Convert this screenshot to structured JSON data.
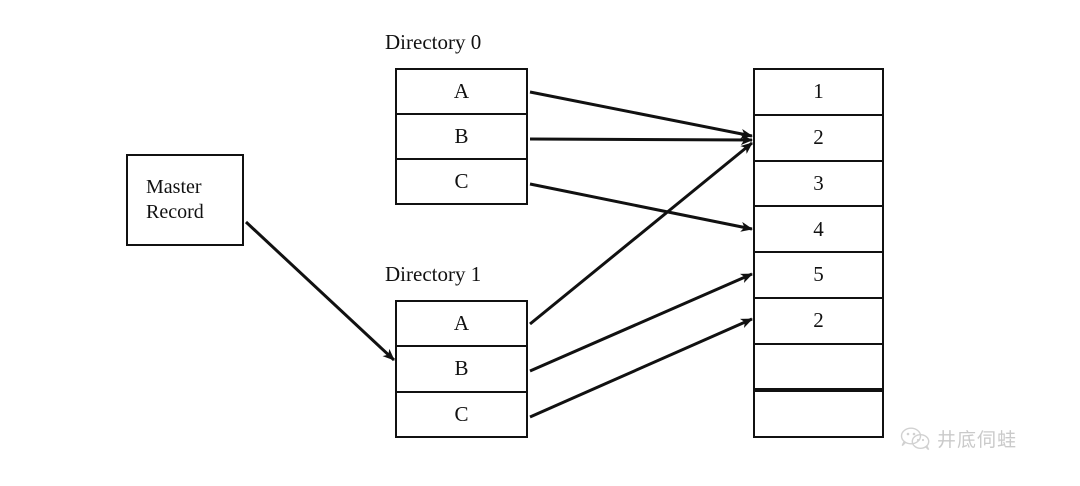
{
  "diagram": {
    "title": "two-level directory file system diagram",
    "stroke_color": "#111111",
    "background": "#ffffff"
  },
  "master_record": {
    "name": "master-record-box",
    "line1": "Master",
    "line2": "Record"
  },
  "directories": [
    {
      "caption": "Directory 0",
      "entries": [
        "A",
        "B",
        "C"
      ]
    },
    {
      "caption": "Directory 1",
      "entries": [
        "A",
        "B",
        "C"
      ]
    }
  ],
  "blocks": {
    "name": "disk-block-column",
    "cells": [
      "1",
      "2",
      "3",
      "4",
      "5",
      "2",
      "",
      ""
    ]
  },
  "links": [
    {
      "from": "Directory 0 / A",
      "to": "block 2"
    },
    {
      "from": "Directory 0 / B",
      "to": "block 2"
    },
    {
      "from": "Directory 0 / C",
      "to": "block 4"
    },
    {
      "from": "Directory 1 / A",
      "to": "block 2"
    },
    {
      "from": "Directory 1 / B",
      "to": "block 5"
    },
    {
      "from": "Directory 1 / C",
      "to": "block 6"
    },
    {
      "from": "Master Record",
      "to": "Directory 1 / B"
    }
  ],
  "watermark": {
    "icon": "wechat-icon",
    "text": "井底伺蛙"
  }
}
